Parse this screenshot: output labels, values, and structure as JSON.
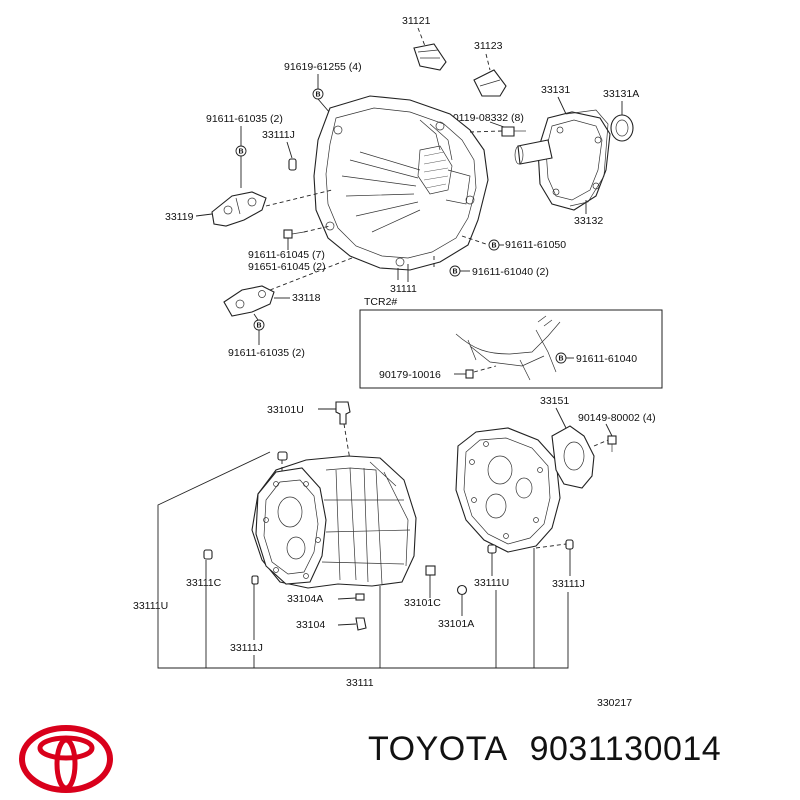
{
  "diagram": {
    "labels": {
      "p31121": "31121",
      "p31123": "31123",
      "p91619": "91619-61255 (4)",
      "p33131": "33131",
      "p33131A": "33131A",
      "p91611_61035_top": "91611-61035 (2)",
      "p33111J_top": "33111J",
      "p90119": "90119-08332 (8)",
      "p33119": "33119",
      "p33132": "33132",
      "p91611_61045": "91611-61045 (7)",
      "p91651_61045": "91651-61045 (2)",
      "p91611_61050": "91611-61050",
      "p91611_61040_a": "91611-61040 (2)",
      "p31111": "31111",
      "p33118": "33118",
      "tcr2": "TCR2#",
      "p91611_61035_bot": "91611-61035 (2)",
      "p91611_61040_b": "91611-61040",
      "p90179": "90179-10016",
      "p33101U": "33101U",
      "p33151": "33151",
      "p90149": "90149-80002 (4)",
      "p33111C": "33111C",
      "p33111U_left": "33111U",
      "p33104A": "33104A",
      "p33101C": "33101C",
      "p33111U_mid": "33111U",
      "p33111J_right": "33111J",
      "p33104": "33104",
      "p33101A": "33101A",
      "p33111J_bot": "33111J",
      "p33111": "33111",
      "ref": "330217"
    },
    "bolt_letter": "B"
  },
  "footer": {
    "brand": "TOYOTA",
    "part_number": "9031130014",
    "logo_color": "#d9001b"
  }
}
